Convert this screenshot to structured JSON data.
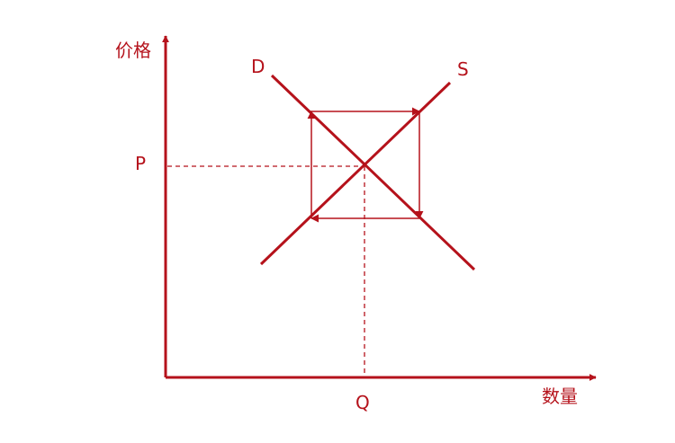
{
  "diagram": {
    "colors": {
      "stroke": "#b5121b"
    },
    "labels": {
      "y_axis": "价格",
      "x_axis": "数量",
      "price": "P",
      "quantity": "Q",
      "demand": "D",
      "supply": "S"
    }
  }
}
